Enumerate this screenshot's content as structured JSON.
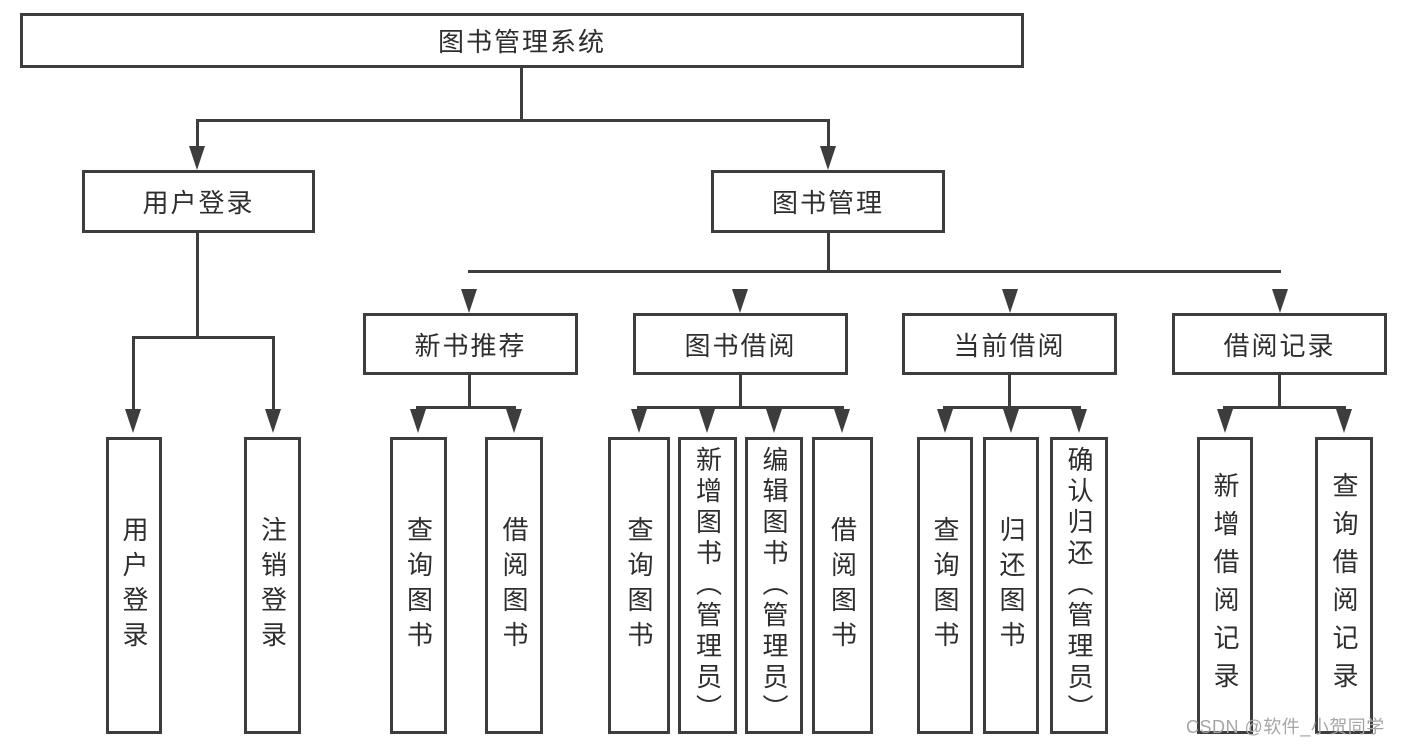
{
  "colors": {
    "background": "#ffffff",
    "line": "#3d3d3d",
    "text": "#2e2e2e",
    "watermark": "#a6a6a6"
  },
  "watermark": {
    "text": "CSDN @软件_小贺同学"
  },
  "tree": {
    "root": {
      "label": "图书管理系统"
    },
    "branches": [
      {
        "label": "用户登录",
        "children": [
          {
            "label": "用户登录"
          },
          {
            "label": "注销登录"
          }
        ]
      },
      {
        "label": "图书管理",
        "modules": [
          {
            "label": "新书推荐",
            "children": [
              {
                "label": "查询图书"
              },
              {
                "label": "借阅图书"
              }
            ]
          },
          {
            "label": "图书借阅",
            "children": [
              {
                "label": "查询图书"
              },
              {
                "label": "新增图书（管理员）"
              },
              {
                "label": "编辑图书（管理员）"
              },
              {
                "label": "借阅图书"
              }
            ]
          },
          {
            "label": "当前借阅",
            "children": [
              {
                "label": "查询图书"
              },
              {
                "label": "归还图书"
              },
              {
                "label": "确认归还（管理员）"
              }
            ]
          },
          {
            "label": "借阅记录",
            "children": [
              {
                "label": "新增借阅记录"
              },
              {
                "label": "查询借阅记录"
              }
            ]
          }
        ]
      }
    ]
  }
}
